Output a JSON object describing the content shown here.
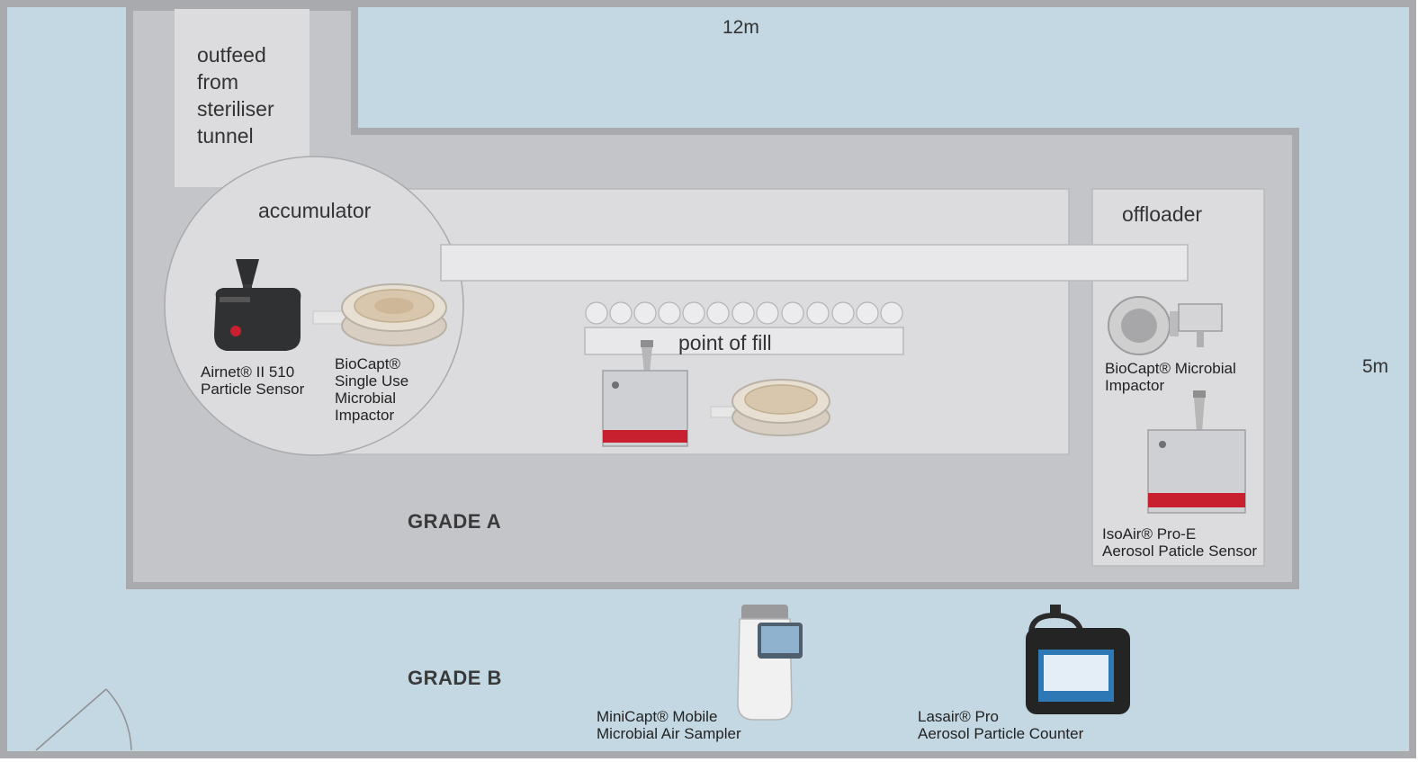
{
  "dimensions": {
    "width_label": "12m",
    "height_label": "5m"
  },
  "areas": {
    "outfeed": "outfeed\nfrom\nsteriliser\ntunnel",
    "accumulator": "accumulator",
    "offloader": "offloader",
    "point_of_fill": "point of fill"
  },
  "grades": {
    "grade_a": "GRADE A",
    "grade_b": "GRADE B"
  },
  "devices": {
    "airnet": "Airnet® II 510\nParticle Sensor",
    "biocapt_single": "BioCapt®\nSingle Use\nMicrobial\nImpactor",
    "biocapt_microbial": "BioCapt® Microbial\nImpactor",
    "isoair": "IsoAir® Pro-E\nAerosol Paticle Sensor",
    "minicapt": "MiniCapt® Mobile\nMicrobial Air Sampler",
    "lasair": "Lasair® Pro\nAerosol Particle Counter"
  },
  "colors": {
    "grade_b_room": "#c3d8e3",
    "grade_a_zone": "#c4c5c9",
    "panel": "#dcdcde",
    "wall": "#a9aaad",
    "device_red": "#c8202f"
  },
  "icons": [
    "airnet-sensor-icon",
    "biocapt-dish-icon",
    "isoair-unit-icon",
    "biocapt-impactor-icon",
    "minicapt-sampler-icon",
    "lasair-counter-icon",
    "door-swing-icon"
  ]
}
